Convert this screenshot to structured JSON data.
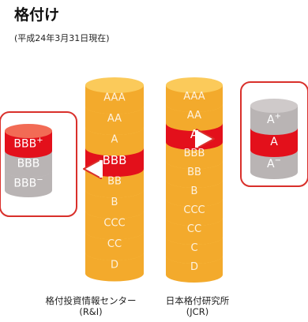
{
  "title": "格付け",
  "subtitle": "(平成24年3月31日現在)",
  "colors": {
    "gold_light": "#fbca5a",
    "gold_dark": "#f3aa2c",
    "red": "#e3101b",
    "red_light": "#f26b55",
    "gray": "#b9b4b4",
    "gray_light": "#cfcaca",
    "frame": "#d9302b"
  },
  "stacks": {
    "left": {
      "ratings": [
        "AAA",
        "AA",
        "A",
        "BBB",
        "BB",
        "B",
        "CCC",
        "CC",
        "D"
      ],
      "highlight": "BBB",
      "name": "格付投資情報センター",
      "abbr": "(R&I)"
    },
    "right": {
      "ratings": [
        "AAA",
        "AA",
        "A",
        "BBB",
        "BB",
        "B",
        "CCC",
        "CC",
        "C",
        "D"
      ],
      "highlight": "A",
      "name": "日本格付研究所",
      "abbr": "(JCR)"
    }
  },
  "zoom_left": {
    "levels": [
      {
        "base": "BBB",
        "mod": "+"
      },
      {
        "base": "BBB",
        "mod": ""
      },
      {
        "base": "BBB",
        "mod": "−"
      }
    ],
    "highlight_index": 0
  },
  "zoom_right": {
    "levels": [
      {
        "base": "A",
        "mod": "+"
      },
      {
        "base": "A",
        "mod": ""
      },
      {
        "base": "A",
        "mod": "−"
      }
    ],
    "highlight_index": 1
  }
}
